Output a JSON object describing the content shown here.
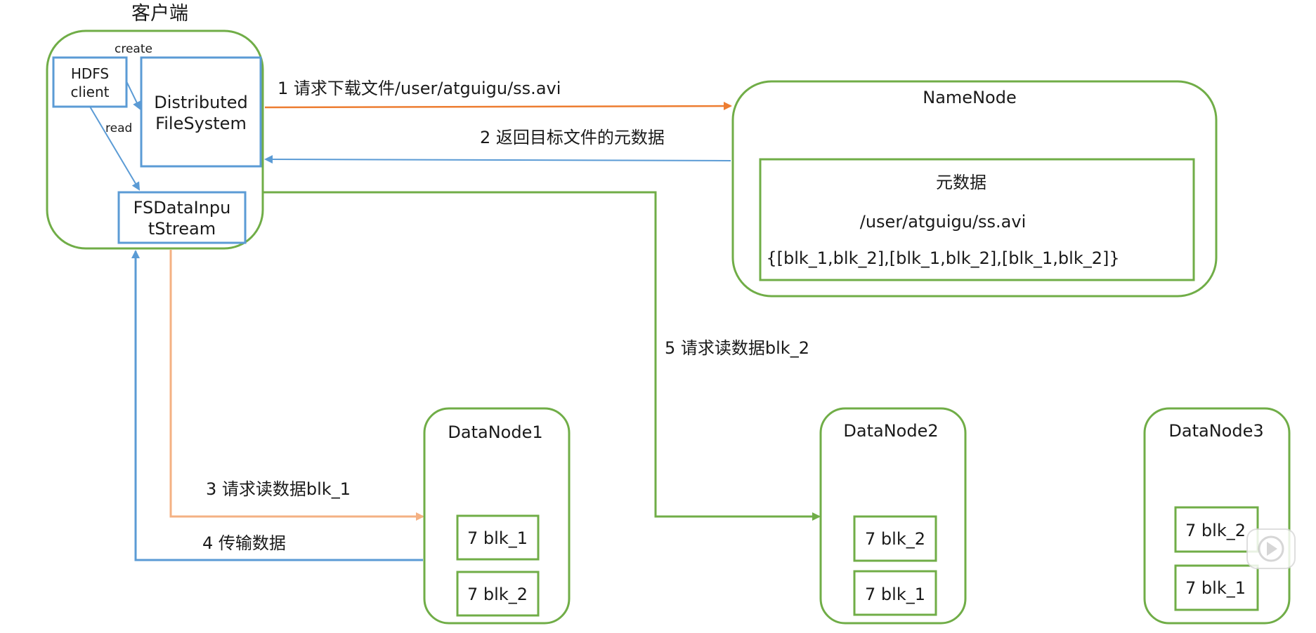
{
  "client": {
    "title": "客户端",
    "hdfs_client_line1": "HDFS",
    "hdfs_client_line2": "client",
    "create_label": "create",
    "read_label": "read",
    "dfs_line1": "Distributed",
    "dfs_line2": "FileSystem",
    "fsdis_line1": "FSDataInpu",
    "fsdis_line2": "tStream"
  },
  "namenode": {
    "title": "NameNode",
    "meta_title": "元数据",
    "meta_path": "/user/atguigu/ss.avi",
    "meta_blocks": "{[blk_1,blk_2],[blk_1,blk_2],[blk_1,blk_2]}"
  },
  "steps": {
    "step1": "1 请求下载文件/user/atguigu/ss.avi",
    "step2": "2 返回目标文件的元数据",
    "step3": "3 请求读数据blk_1",
    "step4": "4 传输数据",
    "step5": "5 请求读数据blk_2"
  },
  "datanodes": [
    {
      "name": "DataNode1",
      "blocks": [
        "7 blk_1",
        "7 blk_2"
      ]
    },
    {
      "name": "DataNode2",
      "blocks": [
        "7 blk_2",
        "7 blk_1"
      ]
    },
    {
      "name": "DataNode3",
      "blocks": [
        "7 blk_2",
        "7 blk_1"
      ]
    }
  ],
  "colors": {
    "green": "#70ad47",
    "blue": "#5b9bd5",
    "orange": "#ed7d31",
    "light_orange": "#f4b183"
  }
}
